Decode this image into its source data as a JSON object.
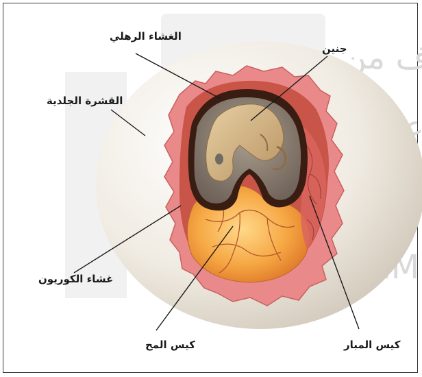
{
  "labels": {
    "amnion": "الغشاء الرهلي",
    "embryo": "جنين",
    "shell": "القشرة الجلدية",
    "chorion": "غشاء الكوريون",
    "yolk_sac": "كيس المح",
    "allantois": "كيس المبار"
  },
  "watermark": {
    "line1": "ف من",
    "line2": "عودية",
    "line3": "alM"
  },
  "colors": {
    "shell": "#ece6da",
    "chorion": "#e77a7a",
    "amnion_fluid": "#7b6e64",
    "embryo": "#d8bb8b",
    "yolk": "#f7b24a",
    "vessels": "#b5562e"
  }
}
